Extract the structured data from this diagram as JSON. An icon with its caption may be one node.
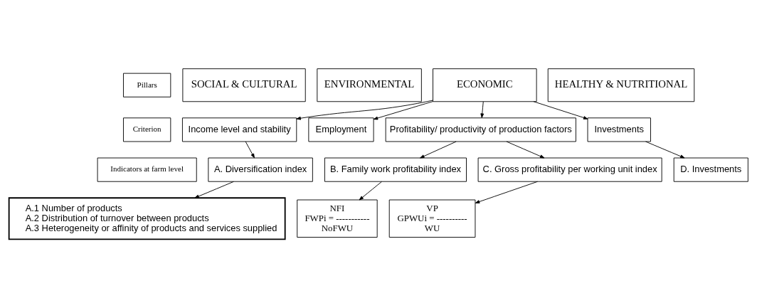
{
  "diagram": {
    "nodes": [
      {
        "text": [
          "Pillars"
        ]
      },
      {
        "text": [
          "Criterion"
        ]
      },
      {
        "text": [
          "Indicators at farm level"
        ]
      },
      {
        "text": [
          "SOCIAL & CULTURAL"
        ]
      },
      {
        "text": [
          "ENVIRONMENTAL"
        ]
      },
      {
        "text": [
          "ECONOMIC"
        ]
      },
      {
        "text": [
          "HEALTHY & NUTRITIONAL"
        ]
      },
      {
        "text": [
          "Income level and stability"
        ]
      },
      {
        "text": [
          "Employment"
        ]
      },
      {
        "text": [
          "Profitability/ productivity of production factors"
        ]
      },
      {
        "text": [
          "Investments"
        ]
      },
      {
        "text": [
          "A. Diversification index"
        ]
      },
      {
        "text": [
          "B. Family work profitability index"
        ]
      },
      {
        "text": [
          "C. Gross profitability per working unit index"
        ]
      },
      {
        "text": [
          "D. Investments"
        ]
      },
      {
        "text": [
          "A.1 Number of products",
          "A.2 Distribution of turnover between products",
          "A.3 Heterogeneity or affinity of products and services supplied"
        ]
      },
      {
        "text": [
          "NFI",
          "FWPi = -----------",
          "NoFWU"
        ]
      },
      {
        "text": [
          "VP",
          "GPWUi = ----------",
          "WU"
        ]
      }
    ],
    "edges": [
      {
        "from": 5,
        "to": 7,
        "arrow": "to"
      },
      {
        "from": 5,
        "to": 8,
        "arrow": "to"
      },
      {
        "from": 5,
        "to": 9,
        "arrow": "to"
      },
      {
        "from": 5,
        "to": 10,
        "arrow": "to"
      },
      {
        "from": 7,
        "to": 11,
        "arrow": "to"
      },
      {
        "from": 9,
        "to": 12,
        "arrow": "to"
      },
      {
        "from": 9,
        "to": 13,
        "arrow": "to"
      },
      {
        "from": 10,
        "to": 14,
        "arrow": "to"
      },
      {
        "from": 11,
        "to": 15,
        "arrow": "to"
      },
      {
        "from": 12,
        "to": 16,
        "arrow": "to"
      },
      {
        "from": 13,
        "to": 17,
        "arrow": "to"
      }
    ]
  }
}
